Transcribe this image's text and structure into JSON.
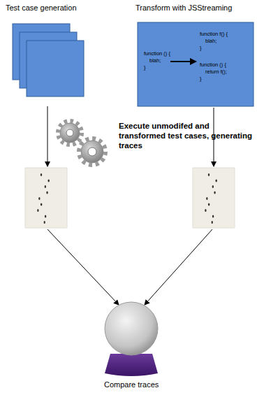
{
  "diagram": {
    "nodes": [
      {
        "text": [
          "Test case generation"
        ]
      },
      {
        "text": [
          "Transform with JSStreaming",
          "function () {",
          "blah;",
          "}",
          "function f() {",
          "blah;",
          "}",
          "function () {",
          "return f();",
          "}"
        ]
      },
      {
        "text": [
          "Compare traces"
        ]
      }
    ],
    "labels": [
      "Execute unmodifed and transformed test cases, generating traces"
    ]
  }
}
